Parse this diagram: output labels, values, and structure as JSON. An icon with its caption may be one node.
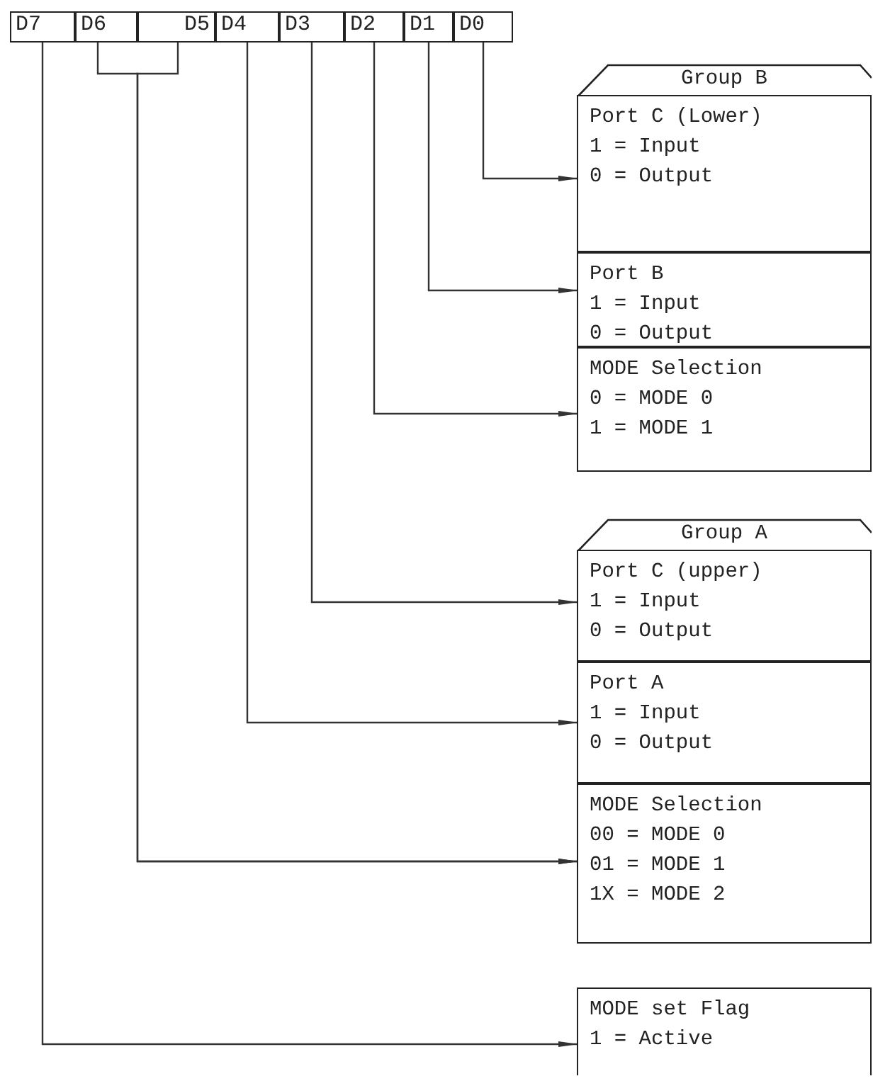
{
  "diagram": {
    "nodes": [
      {
        "text": [
          "D7"
        ]
      },
      {
        "text": [
          "D6"
        ]
      },
      {
        "text": [
          "D5"
        ]
      },
      {
        "text": [
          "D4"
        ]
      },
      {
        "text": [
          "D3"
        ]
      },
      {
        "text": [
          "D2"
        ]
      },
      {
        "text": [
          "D1"
        ]
      },
      {
        "text": [
          "D0"
        ]
      },
      {
        "text": [
          "Group B"
        ]
      },
      {
        "text": [
          "Port C (Lower)",
          "1 = Input",
          "0 = Output"
        ],
        "in": 8
      },
      {
        "text": [
          "Port B",
          "1 = Input",
          "0 = Output"
        ],
        "in": 8
      },
      {
        "text": [
          "MODE Selection",
          "0 = MODE 0",
          "1 = MODE 1"
        ],
        "in": 8
      },
      {
        "text": [
          "Group A"
        ]
      },
      {
        "text": [
          "Port C (upper)",
          "1 = Input",
          "0 = Output"
        ],
        "in": 12
      },
      {
        "text": [
          "Port A",
          "1 = Input",
          "0 = Output"
        ],
        "in": 12
      },
      {
        "text": [
          "MODE Selection",
          "00 = MODE 0",
          "01 = MODE 1",
          "1X = MODE 2"
        ],
        "in": 12
      },
      {
        "text": [
          "MODE set Flag",
          "1 = Active"
        ]
      }
    ],
    "edges": [
      {
        "from": 7,
        "to": 9,
        "arrow": "to"
      },
      {
        "from": 6,
        "to": 10,
        "arrow": "to"
      },
      {
        "from": 5,
        "to": 11,
        "arrow": "to"
      },
      {
        "from": 4,
        "to": 13,
        "arrow": "to"
      },
      {
        "from": 3,
        "to": 14,
        "arrow": "to"
      },
      {
        "from": 1,
        "to": 15,
        "arrow": "to"
      },
      {
        "from": 2,
        "to": 15,
        "arrow": "to"
      },
      {
        "from": 0,
        "to": 16,
        "arrow": "to"
      }
    ]
  }
}
